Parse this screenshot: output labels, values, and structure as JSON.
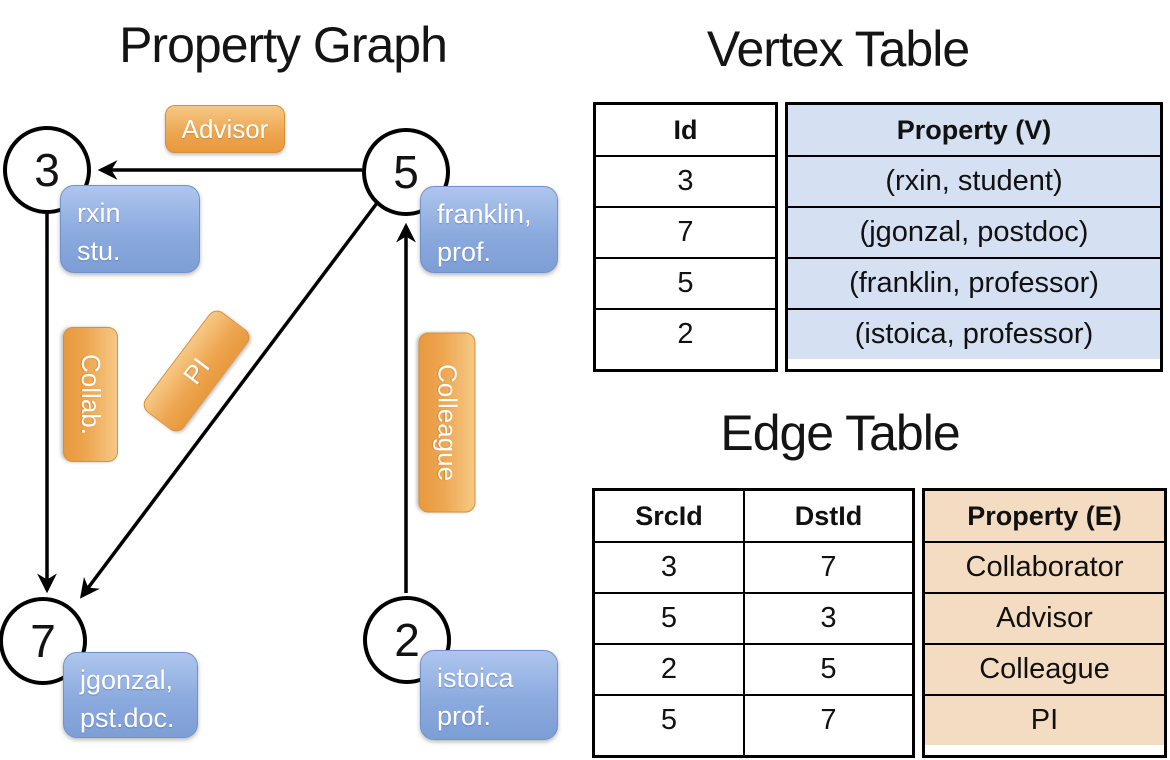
{
  "graph": {
    "title": "Property Graph",
    "nodes": [
      {
        "id": "3"
      },
      {
        "id": "5"
      },
      {
        "id": "7"
      },
      {
        "id": "2"
      }
    ],
    "vertex_properties": [
      {
        "line1": "rxin",
        "line2": "stu."
      },
      {
        "line1": "franklin,",
        "line2": "prof."
      },
      {
        "line1": "jgonzal,",
        "line2": "pst.doc."
      },
      {
        "line1": "istoica",
        "line2": "prof."
      }
    ],
    "edge_labels": [
      {
        "label": "Advisor"
      },
      {
        "label": "Collab."
      },
      {
        "label": "PI"
      },
      {
        "label": "Colleague"
      }
    ]
  },
  "vertex_table": {
    "title": "Vertex Table",
    "id_header": "Id",
    "property_header": "Property (V)",
    "rows": [
      {
        "id": "3",
        "property": "(rxin, student)"
      },
      {
        "id": "7",
        "property": "(jgonzal, postdoc)"
      },
      {
        "id": "5",
        "property": "(franklin, professor)"
      },
      {
        "id": "2",
        "property": "(istoica, professor)"
      }
    ]
  },
  "edge_table": {
    "title": "Edge Table",
    "src_header": "SrcId",
    "dst_header": "DstId",
    "property_header": "Property (E)",
    "rows": [
      {
        "src": "3",
        "dst": "7",
        "property": "Collaborator"
      },
      {
        "src": "5",
        "dst": "3",
        "property": "Advisor"
      },
      {
        "src": "2",
        "dst": "5",
        "property": "Colleague"
      },
      {
        "src": "5",
        "dst": "7",
        "property": "PI"
      }
    ]
  },
  "colors": {
    "edge_label_orange_top": "#f6c885",
    "edge_label_orange_bottom": "#e8993e",
    "vertex_prop_blue_top": "#aec6ee",
    "vertex_prop_blue_bottom": "#7d9ed6",
    "vertex_table_fill": "#d5e0f2",
    "edge_table_fill": "#f4dcc2",
    "line_color": "#000000"
  }
}
